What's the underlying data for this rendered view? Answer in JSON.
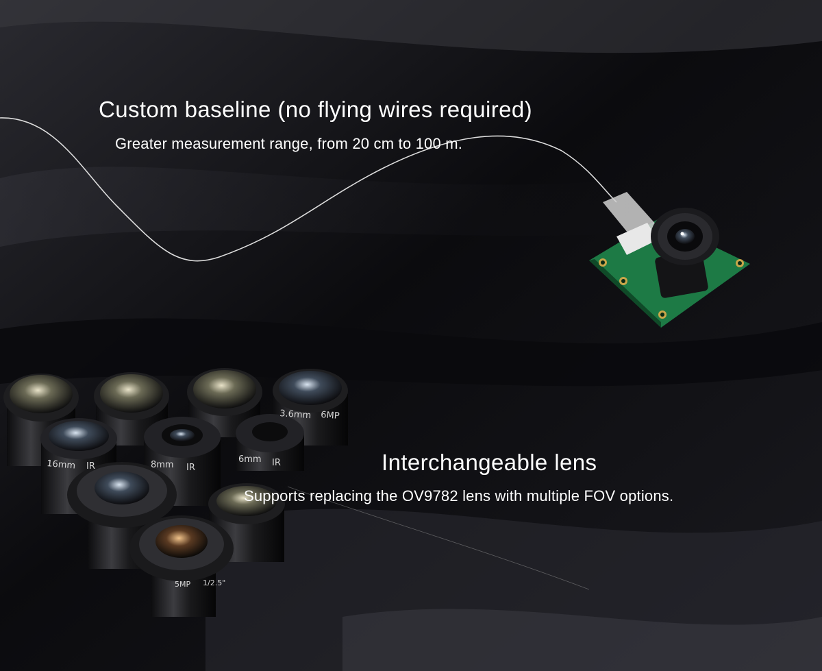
{
  "sections": {
    "baseline": {
      "title": "Custom baseline (no flying wires required)",
      "subtitle": "Greater measurement range, from 20 cm to 100 m."
    },
    "lens": {
      "title": "Interchangeable lens",
      "subtitle": "Supports replacing the OV9782 lens with multiple FOV options."
    }
  },
  "lens_markings": {
    "lens_a": "3.6mm",
    "lens_a_res": "6MP",
    "lens_b": "16mm",
    "lens_b_ir": "IR",
    "lens_c": "8mm",
    "lens_c_ir": "IR",
    "lens_d": "6mm",
    "lens_d_ir": "IR",
    "lens_e_res": "5MP",
    "lens_e_fmt": "1/2.5\""
  },
  "colors": {
    "background": "#060608",
    "text": "#ffffff",
    "pcb": "#1d7a45",
    "cable": "#dcdcdc"
  }
}
